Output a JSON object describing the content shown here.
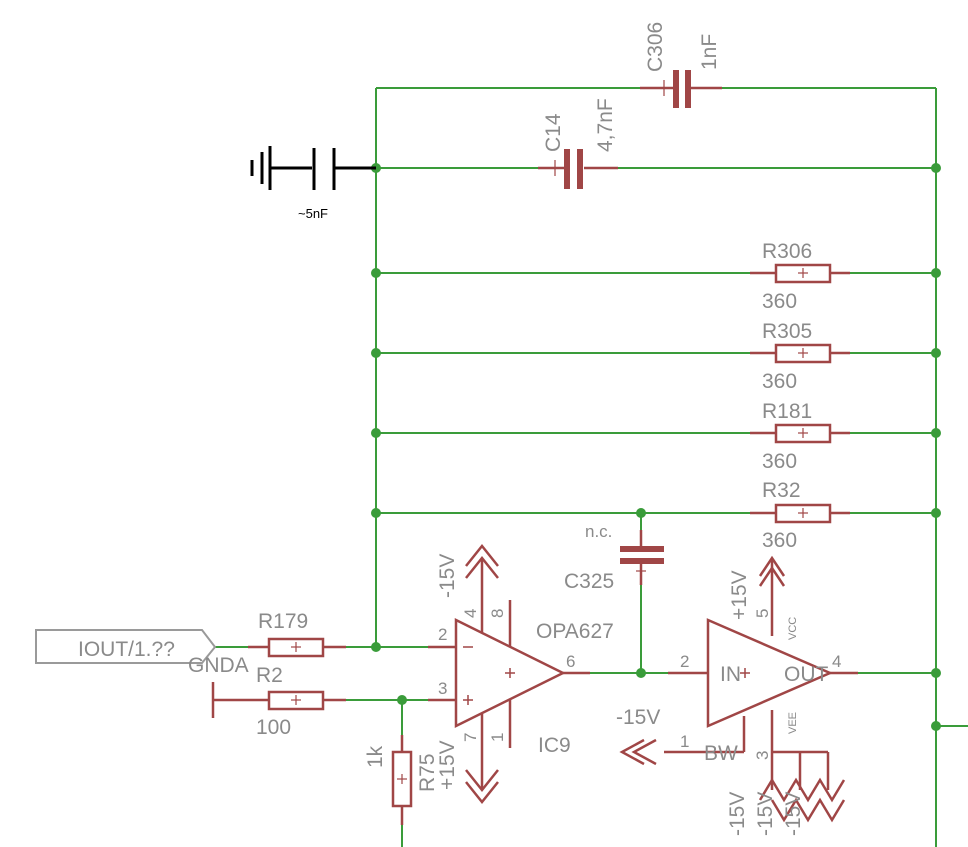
{
  "components": {
    "C306": {
      "name": "C306",
      "value": "1nF"
    },
    "C14": {
      "name": "C14",
      "value": "4,7nF"
    },
    "C_ext": {
      "value": "~5nF"
    },
    "R306": {
      "name": "R306",
      "value": "360"
    },
    "R305": {
      "name": "R305",
      "value": "360"
    },
    "R181": {
      "name": "R181",
      "value": "360"
    },
    "R32": {
      "name": "R32",
      "value": "360"
    },
    "C325": {
      "name": "C325",
      "value": "n.c."
    },
    "R179": {
      "name": "R179"
    },
    "R2": {
      "name": "R2",
      "value": "100"
    },
    "R75": {
      "name": "R75",
      "value": "1k"
    },
    "IC9": {
      "name": "IC9",
      "value": "OPA627"
    },
    "buffer": {
      "in_label": "IN",
      "out_label": "OUT",
      "bw_label": "BW",
      "vcc_label": "VCC",
      "vee_label": "VEE"
    }
  },
  "pins": {
    "ic9_inv": "2",
    "ic9_noninv": "3",
    "ic9_out": "6",
    "ic9_vpos": "4",
    "ic9_vpos2": "8",
    "ic9_vneg": "7",
    "ic9_vneg2": "1",
    "buf_in": "2",
    "buf_out": "4",
    "buf_vcc": "5",
    "buf_bw": "1",
    "buf_vee": "3"
  },
  "nets": {
    "iout": "IOUT/1.??",
    "gnda": "GNDA",
    "neg15_top": "-15V",
    "pos15_bottom": "+15V",
    "pos15_buf": "+15V",
    "neg15_bw": "-15V",
    "neg15_buf1": "-15V",
    "neg15_buf2": "-15V",
    "neg15_buf3": "-15V"
  }
}
